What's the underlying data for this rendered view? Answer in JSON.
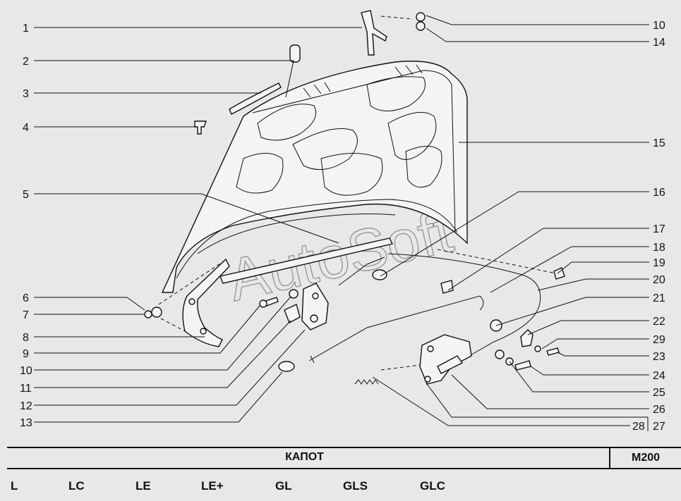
{
  "title": "КАПОТ",
  "code": "M200",
  "watermark": "AutoSoft",
  "versions": [
    "L",
    "LC",
    "LE",
    "LE+",
    "GL",
    "GLS",
    "GLC"
  ],
  "callouts_left": [
    "1",
    "2",
    "3",
    "4",
    "5",
    "6",
    "7",
    "8",
    "9",
    "10",
    "11",
    "12",
    "13"
  ],
  "callouts_right": [
    "10",
    "14",
    "15",
    "16",
    "17",
    "18",
    "19",
    "20",
    "21",
    "22",
    "29",
    "23",
    "24",
    "25",
    "26",
    "27",
    "28"
  ]
}
